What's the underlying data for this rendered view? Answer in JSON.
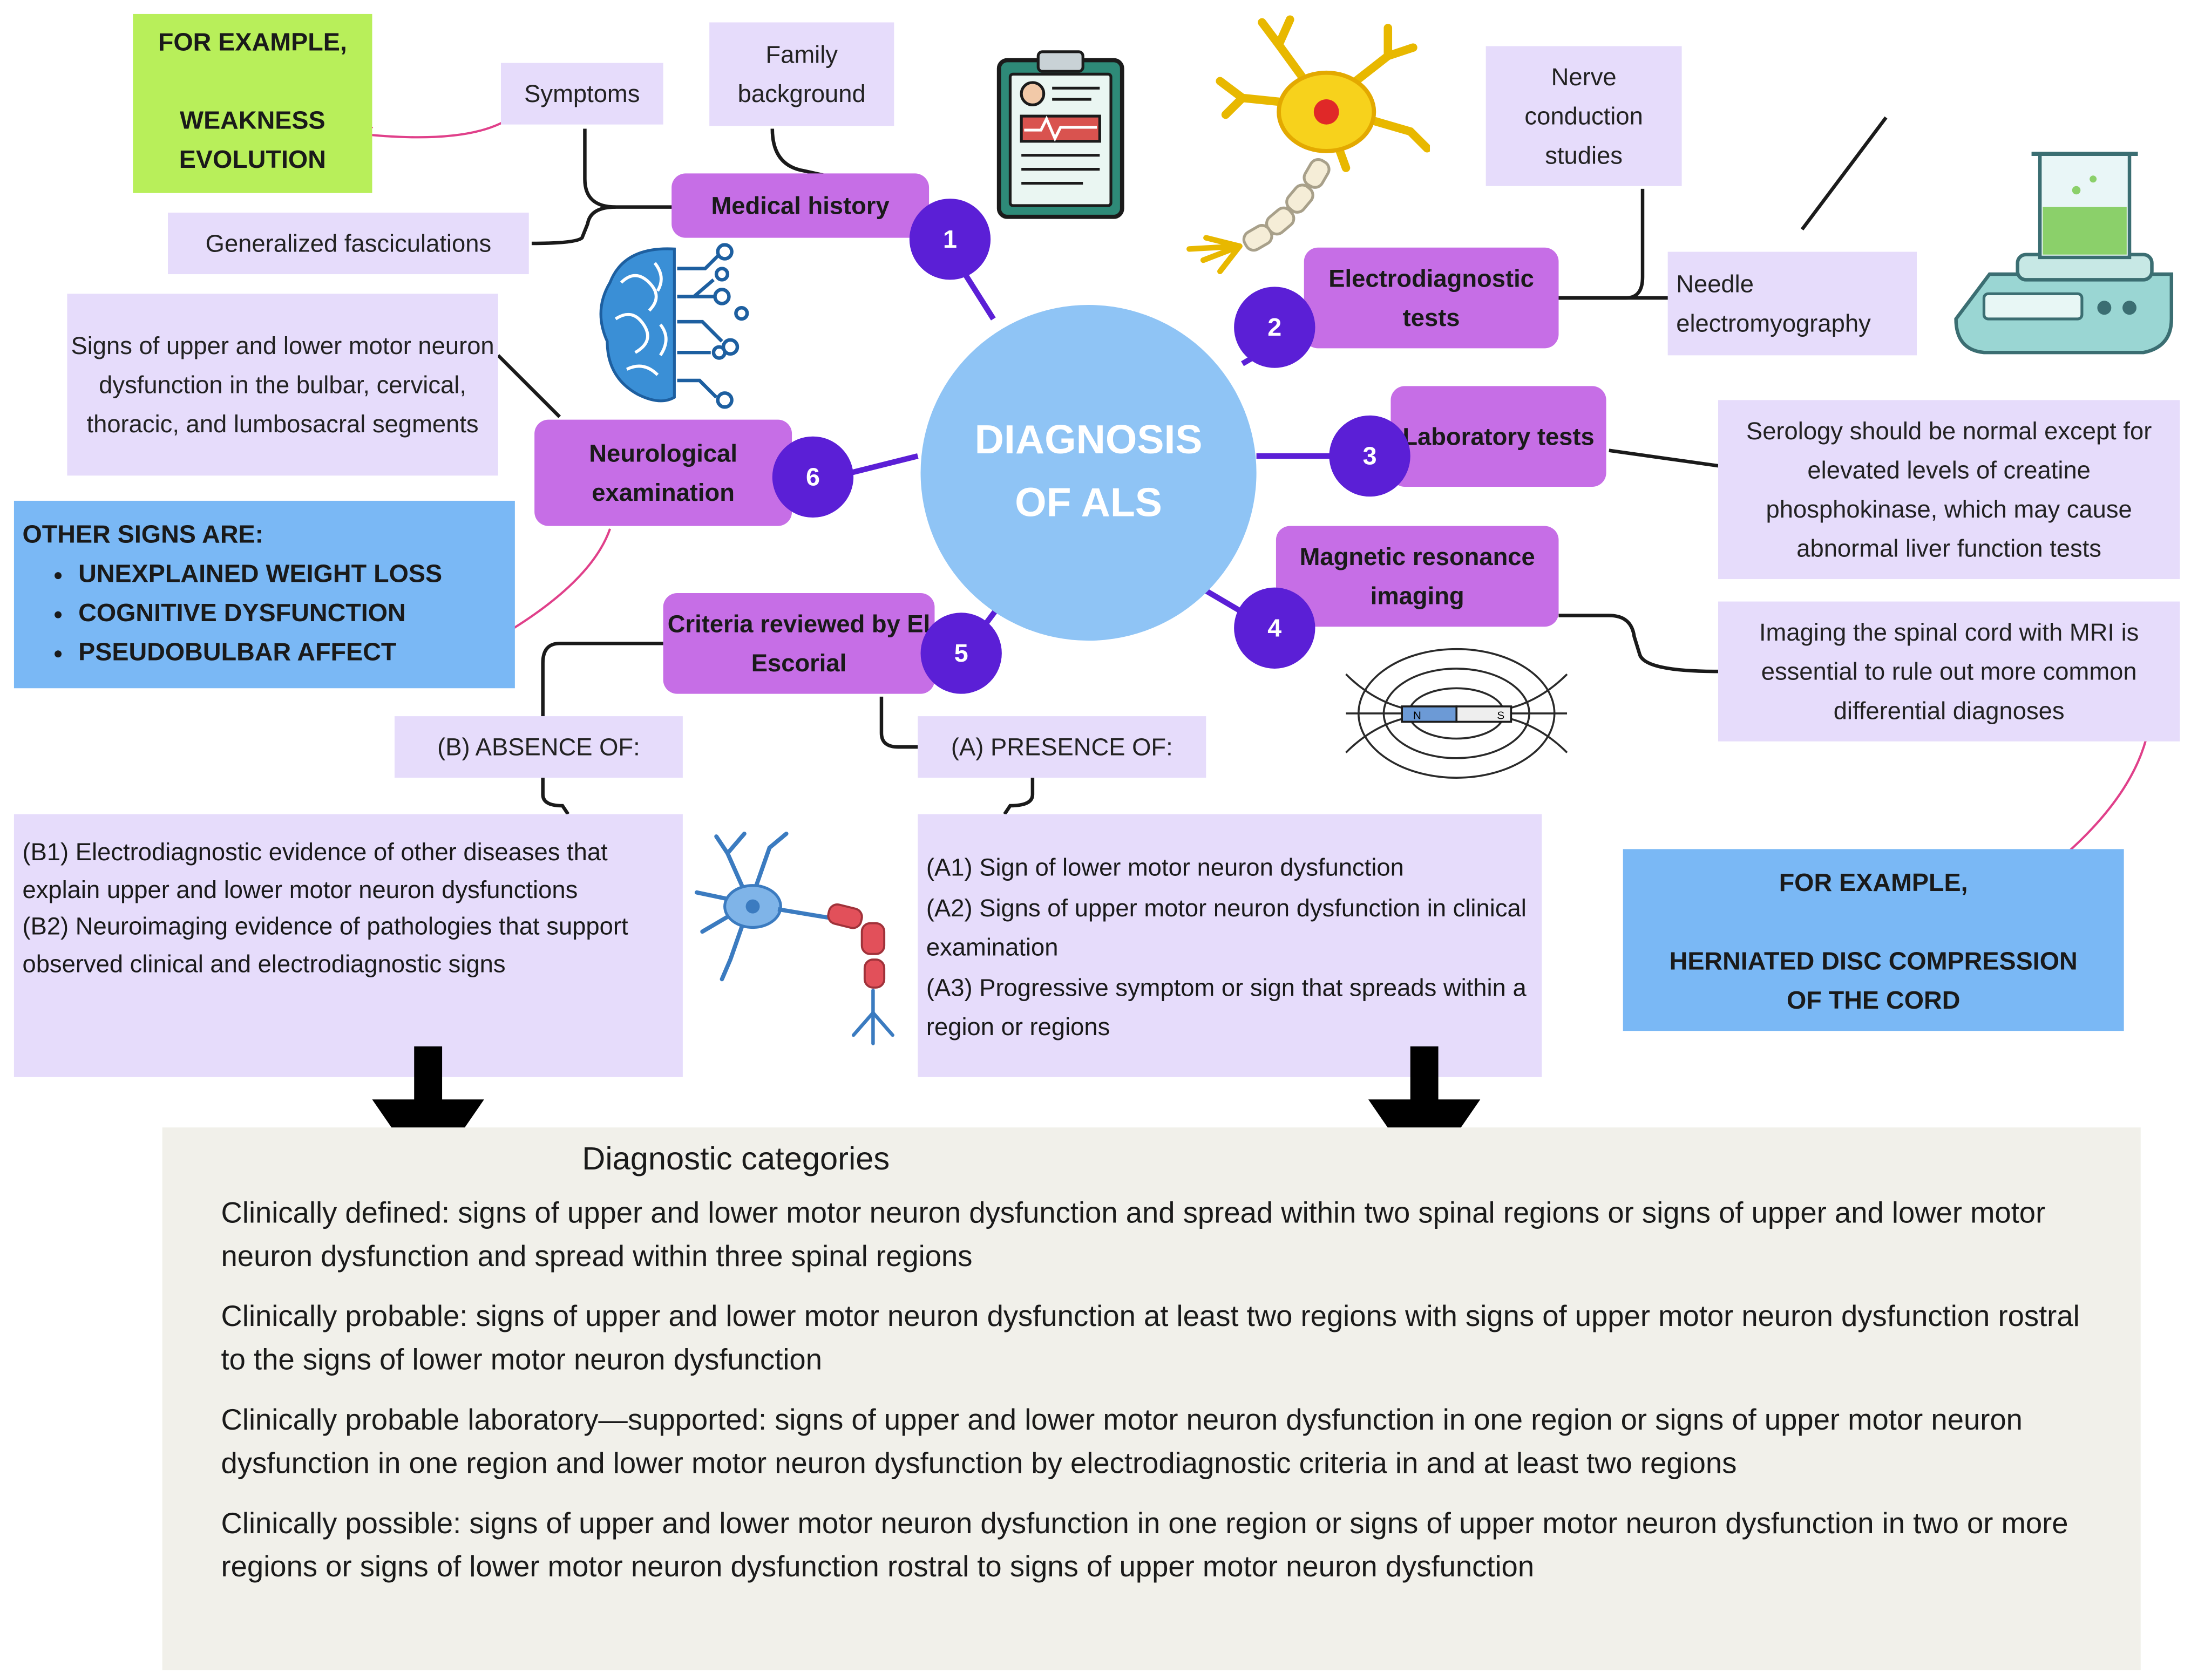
{
  "center": {
    "line1": "DIAGNOSIS",
    "line2": "OF ALS"
  },
  "steps": [
    {
      "num": "1",
      "label": "Medical history"
    },
    {
      "num": "2",
      "label": "Electrodiagnostic tests"
    },
    {
      "num": "3",
      "label": "Laboratory tests"
    },
    {
      "num": "4",
      "label": "Magnetic resonance imaging"
    },
    {
      "num": "5",
      "label": "Criteria reviewed by El Escorial"
    },
    {
      "num": "6",
      "label": "Neurological examination"
    }
  ],
  "medical_history": {
    "symptoms": "Symptoms",
    "family": "Family background",
    "fasciculations": "Generalized fasciculations",
    "example": {
      "line1": "FOR EXAMPLE,",
      "line2": "WEAKNESS",
      "line3": "EVOLUTION"
    }
  },
  "electrodiagnostic": {
    "nerve": "Nerve conduction studies",
    "needle": "Needle electromyography"
  },
  "laboratory": {
    "serology": "Serology should be normal except for elevated levels of creatine phosphokinase, which may cause abnormal liver function tests"
  },
  "mri": {
    "imaging": "Imaging the spinal cord with MRI is essential to rule out more common differential diagnoses",
    "example": {
      "line1": "FOR EXAMPLE,",
      "line2": "HERNIATED DISC COMPRESSION",
      "line3": "OF THE CORD"
    },
    "magnet_n": "N",
    "magnet_s": "S"
  },
  "neurological": {
    "signs": "Signs of upper and lower motor neuron dysfunction in the bulbar, cervical, thoracic, and lumbosacral segments",
    "other_title": "OTHER SIGNS ARE:",
    "other_items": [
      "UNEXPLAINED WEIGHT LOSS",
      "COGNITIVE DYSFUNCTION",
      "PSEUDOBULBAR AFFECT"
    ]
  },
  "criteria": {
    "absence_label": "(B) ABSENCE OF:",
    "presence_label": "(A) PRESENCE OF:",
    "absence_items": [
      "(B1) Electrodiagnostic evidence of other diseases that explain upper and lower motor neuron dysfunctions",
      "(B2) Neuroimaging evidence of pathologies that support observed clinical and electrodiagnostic signs"
    ],
    "presence_items": [
      "(A1) Sign of lower motor neuron dysfunction",
      "(A2) Signs of upper motor neuron dysfunction in clinical examination",
      "(A3) Progressive symptom or sign that spreads within a region or regions"
    ]
  },
  "categories": {
    "title": "Diagnostic categories",
    "items": [
      "Clinically defined: signs of upper and lower motor neuron dysfunction and spread within two spinal regions or signs of upper and lower motor neuron dysfunction and spread within three spinal regions",
      "Clinically probable: signs of upper and lower motor neuron dysfunction at least two regions with signs of upper motor neuron dysfunction rostral to the signs of lower motor neuron dysfunction",
      "Clinically probable laboratory—supported: signs of upper and lower motor neuron dysfunction in one region or signs of upper motor neuron dysfunction in one region and lower motor neuron dysfunction by electrodiagnostic criteria in and at least two regions",
      "Clinically possible: signs of upper and lower motor neuron dysfunction in one region or signs of upper motor neuron dysfunction in two or more regions or signs of lower motor neuron dysfunction rostral to signs of upper motor neuron dysfunction"
    ]
  },
  "colors": {
    "pill": "#c66ee6",
    "badge": "#5b1fd6",
    "lavender": "#e6dcfb",
    "center": "#8fc4f5",
    "green_note": "#b8ef5a",
    "blue_note": "#7ab8f5",
    "arrow_pink": "#e0408a",
    "categories_bg": "#f1f0ea"
  },
  "icons": [
    "clipboard-icon",
    "neuron-icon",
    "brain-circuit-icon",
    "needle-icon",
    "lab-scale-icon",
    "magnet-field-icon",
    "motor-neuron-icon",
    "down-arrow-icon"
  ]
}
